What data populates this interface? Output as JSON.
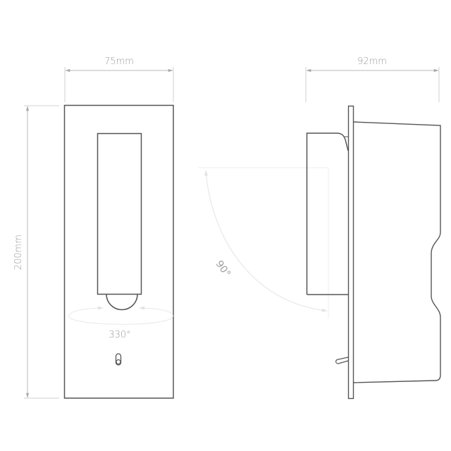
{
  "drawing": {
    "front_view": {
      "width_label": "75mm",
      "height_label": "200mm",
      "rotation_label": "330°"
    },
    "side_view": {
      "depth_label": "92mm",
      "tilt_label": "90°"
    },
    "colors": {
      "outline": "#4a4a4a",
      "dimension": "#bdbdbd",
      "dim_text": "#9a9a9a",
      "guide": "#e6e6e6"
    }
  }
}
